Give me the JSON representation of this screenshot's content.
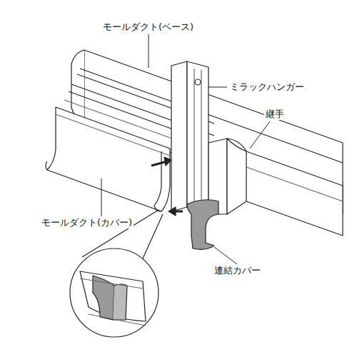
{
  "diagram": {
    "labels": [
      "モールダクト(ベース)",
      "ミラックハンガー",
      "継手",
      "モールダクト(カバー)",
      "連結カバー"
    ]
  }
}
